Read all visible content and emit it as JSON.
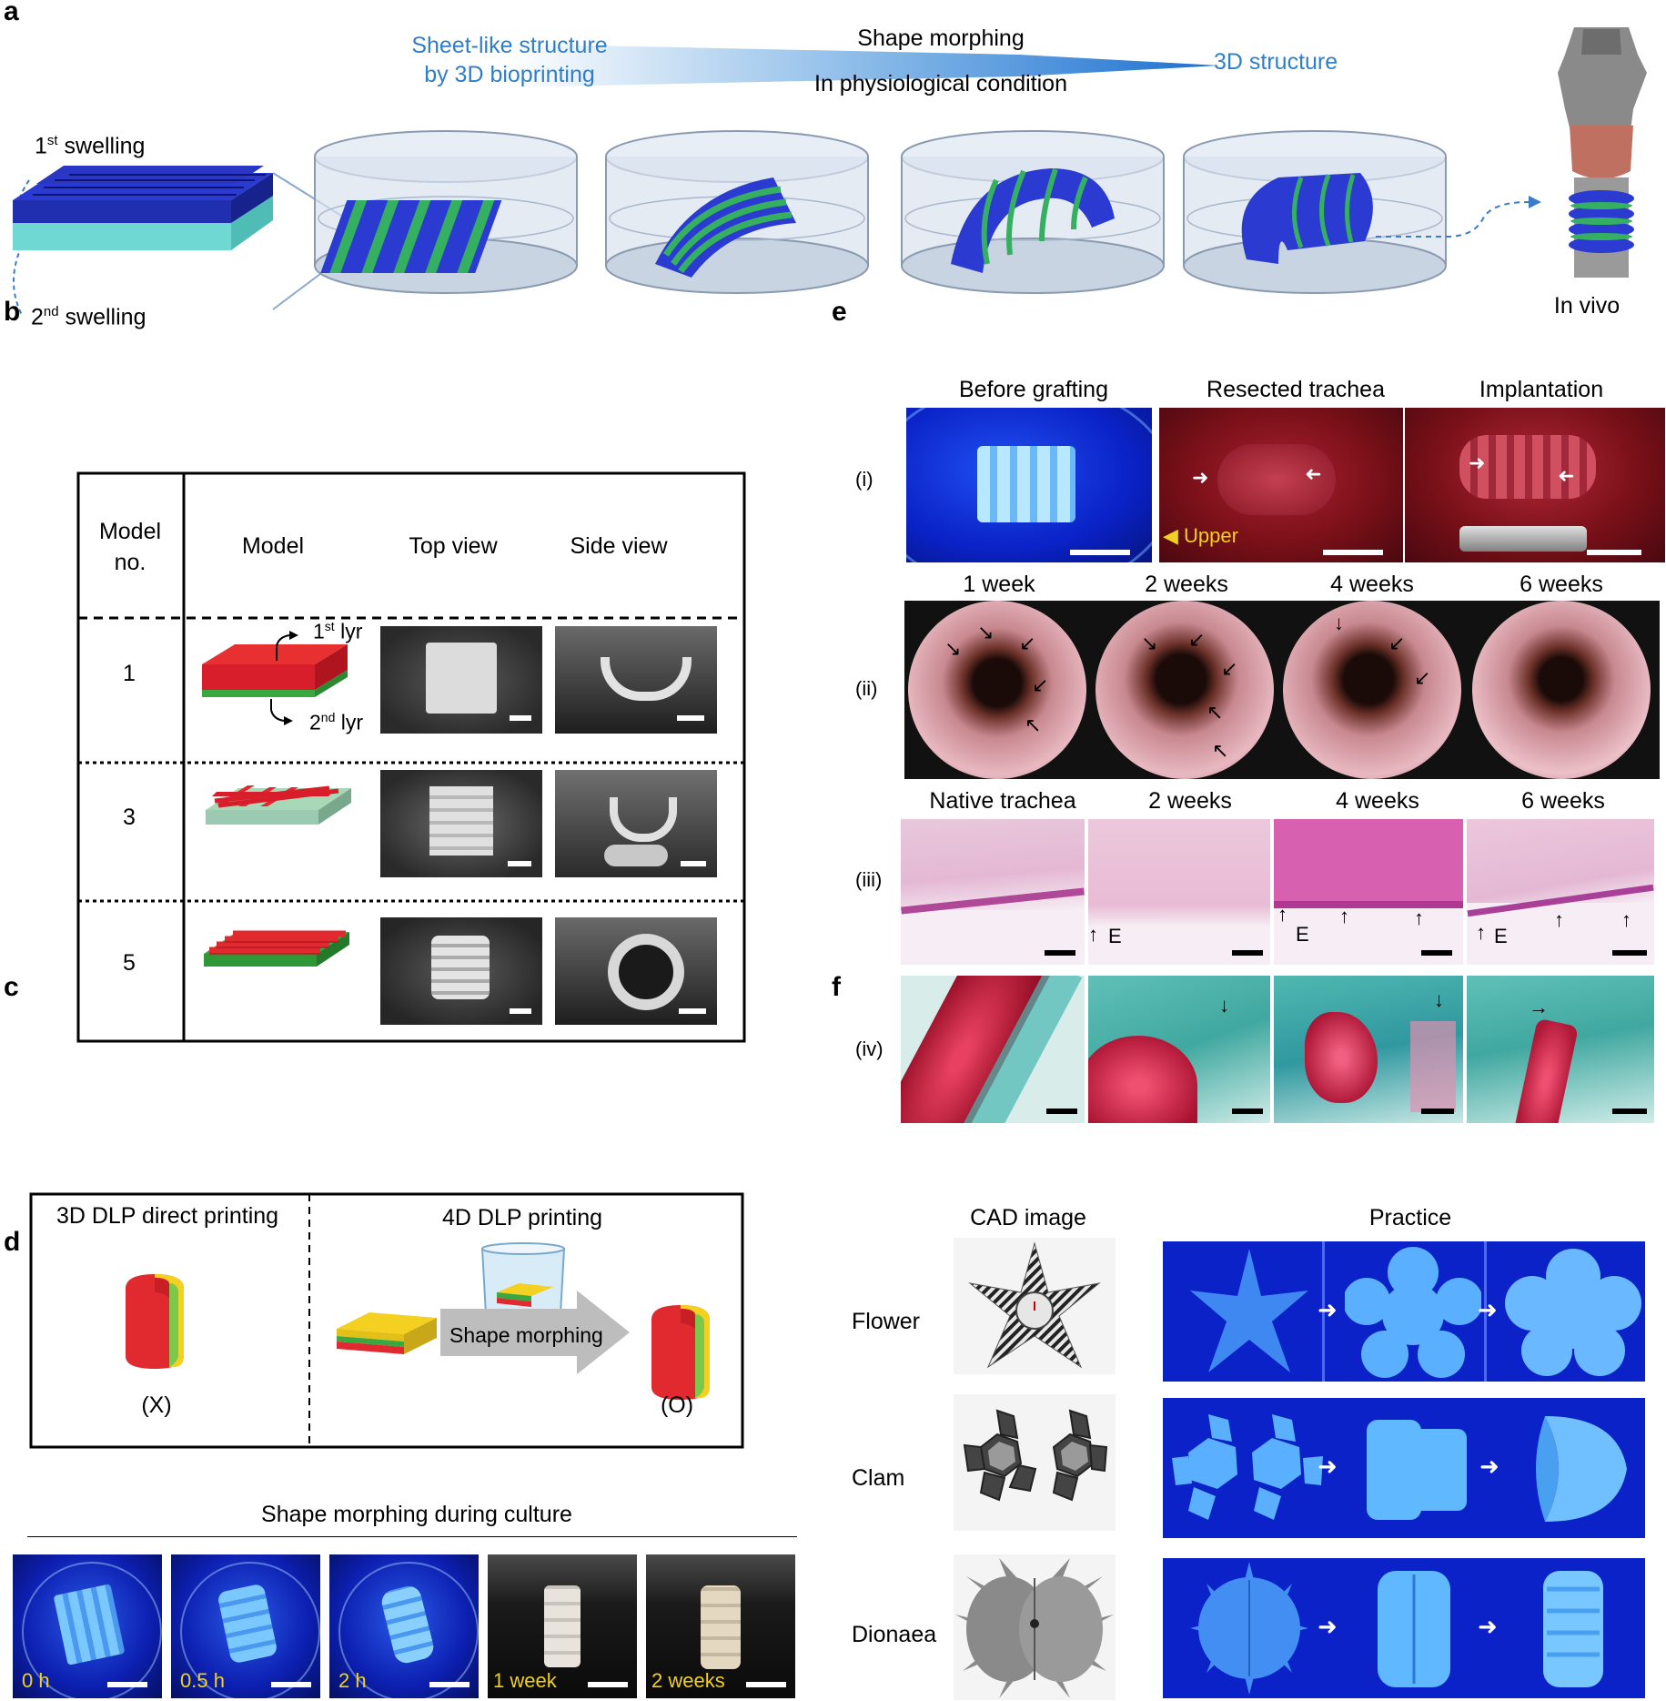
{
  "panels": {
    "a": "a",
    "b": "b",
    "c": "c",
    "d": "d",
    "e": "e",
    "f": "f"
  },
  "a": {
    "swelling1_base": "1",
    "swelling1_sup": "st",
    "swelling1_text": " swelling",
    "swelling2_base": "2",
    "swelling2_sup": "nd",
    "swelling2_text": " swelling",
    "sheet_line1": "Sheet-like structure",
    "sheet_line2": "by 3D bioprinting",
    "morph_top": "Shape morphing",
    "morph_bottom": "In physiological condition",
    "structure_3d": "3D structure",
    "in_vivo": "In vivo",
    "colors": {
      "blue": "#2f7fc8",
      "dark_blue": "#1f2fb0",
      "green": "#35b060",
      "cyan": "#6fd8d2"
    }
  },
  "b": {
    "headers": {
      "model_no_1": "Model",
      "model_no_2": "no.",
      "model": "Model",
      "top_view": "Top view",
      "side_view": "Side view"
    },
    "rows": [
      {
        "no": "1"
      },
      {
        "no": "3"
      },
      {
        "no": "5"
      }
    ],
    "lyr1_base": "1",
    "lyr1_sup": "st",
    "lyr1_text": " lyr",
    "lyr2_base": "2",
    "lyr2_sup": "nd",
    "lyr2_text": " lyr"
  },
  "c": {
    "left_title": "3D DLP direct printing",
    "right_title": "4D DLP printing",
    "arrow_label": "Shape morphing",
    "left_mark": "(X)",
    "right_mark": "(O)"
  },
  "d": {
    "title": "Shape morphing during culture",
    "times": [
      "0 h",
      "0.5 h",
      "2 h",
      "1 week",
      "2 weeks"
    ]
  },
  "e": {
    "row_labels": [
      "(i)",
      "(ii)",
      "(iii)",
      "(iv)"
    ],
    "row1_titles": [
      "Before grafting",
      "Resected trachea",
      "Implantation"
    ],
    "upper_label": "Upper",
    "row2_titles": [
      "1 week",
      "2 weeks",
      "4 weeks",
      "6 weeks"
    ],
    "row3_titles": [
      "Native trachea",
      "2 weeks",
      "4 weeks",
      "6 weeks"
    ],
    "e_label": "E"
  },
  "f": {
    "col_cad": "CAD image",
    "col_practice": "Practice",
    "rows": [
      "Flower",
      "Clam",
      "Dionaea"
    ]
  }
}
